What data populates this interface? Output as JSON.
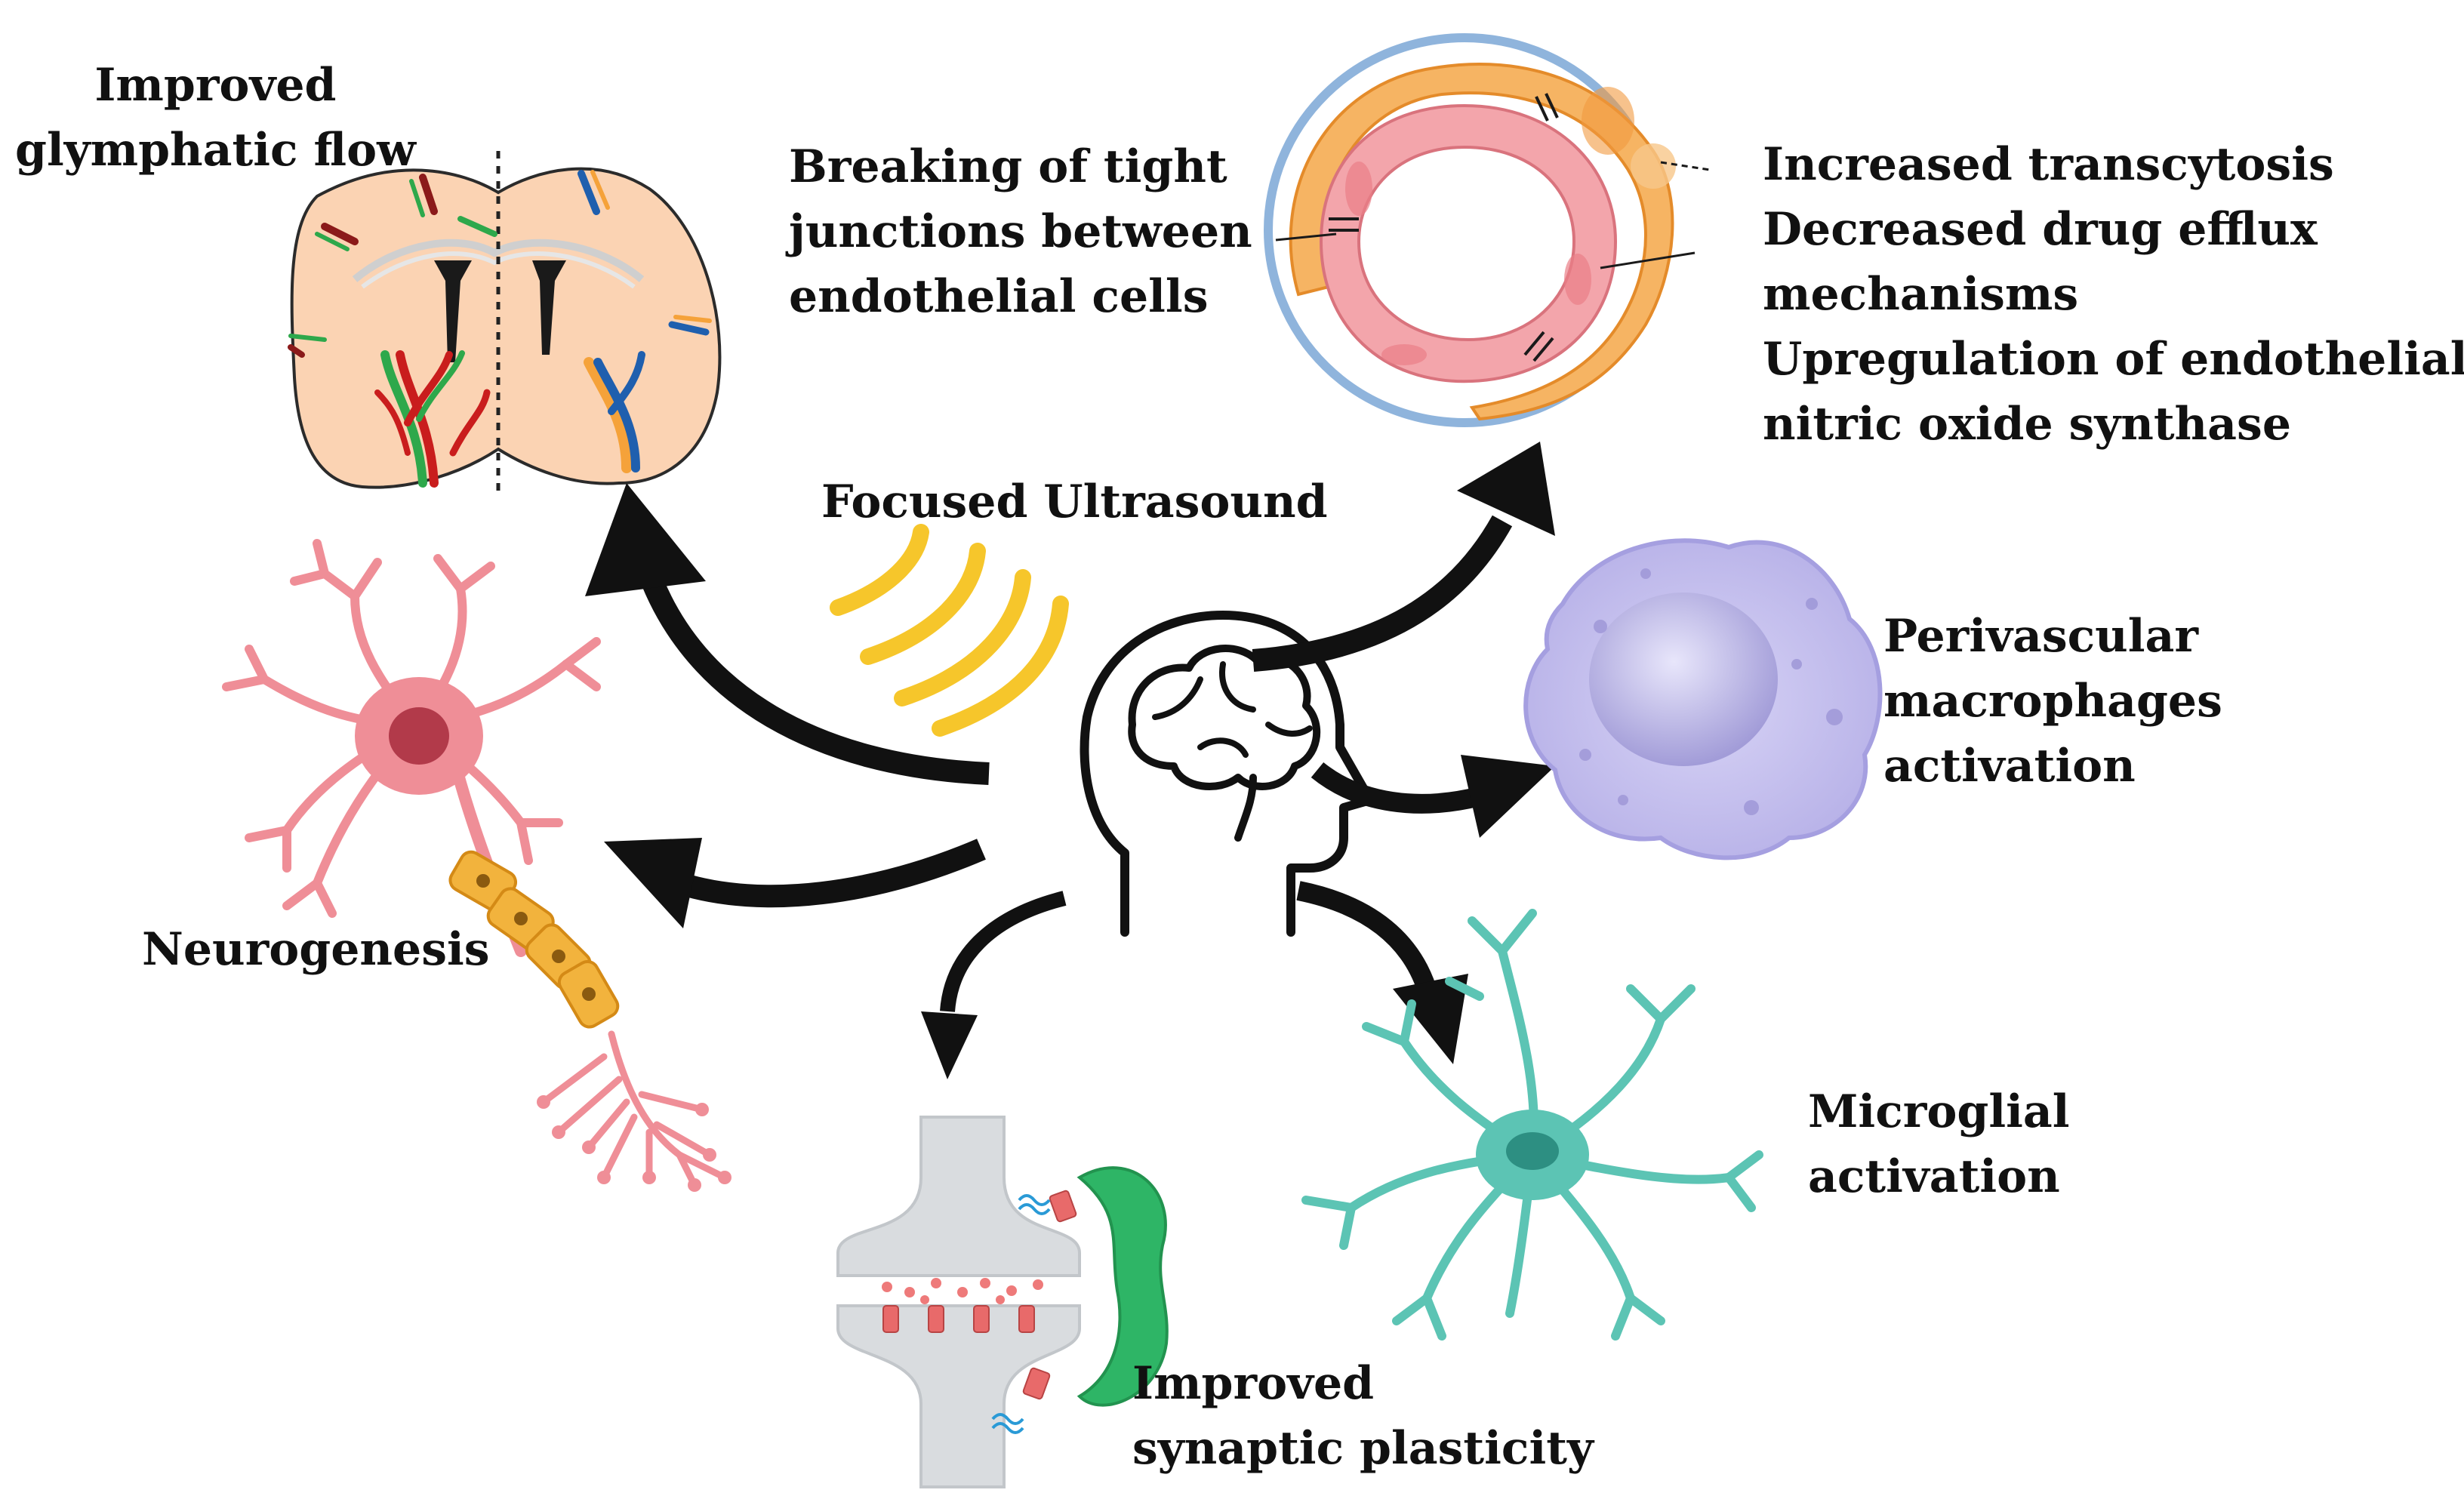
{
  "center": {
    "title": "Focused Ultrasound",
    "icon": "head-brain-icon"
  },
  "effects": [
    {
      "id": "glymphatic",
      "lines": [
        "Improved",
        "glymphatic flow"
      ],
      "icon": "brain-slice-icon"
    },
    {
      "id": "tight_junctions",
      "lines": [
        "Breaking of tight",
        "junctions between",
        "endothelial cells"
      ],
      "icon": "blood-vessel-cross-section-icon"
    },
    {
      "id": "bbb",
      "lines": [
        "Increased transcytosis",
        "Decreased drug efflux",
        "mechanisms",
        "Upregulation of endothelial",
        "nitric oxide synthase"
      ]
    },
    {
      "id": "macrophages",
      "lines": [
        "Perivascular",
        "macrophages",
        "activation"
      ],
      "icon": "macrophage-icon"
    },
    {
      "id": "microglia",
      "lines": [
        "Microglial",
        "activation"
      ],
      "icon": "microglia-icon"
    },
    {
      "id": "synaptic",
      "lines": [
        "Improved",
        "synaptic plasticity"
      ],
      "icon": "synapse-icon"
    },
    {
      "id": "neurogenesis",
      "lines": [
        "Neurogenesis"
      ],
      "icon": "neuron-icon"
    }
  ],
  "colors": {
    "arrow": "#111111",
    "brain_tissue": "#fbd3b3",
    "vessel_outer": "#8fb4dc",
    "vessel_orange": "#f5a24a",
    "vessel_pink": "#f4a3aa",
    "macrophage": "#c5c1ee",
    "microglia": "#5cc4b4",
    "neuron": "#ef8e97",
    "myelin": "#f2b33d",
    "synapse": "#d9dcdf",
    "astrocyte_end": "#2eb566",
    "ultrasound_waves": "#f6c62b"
  }
}
